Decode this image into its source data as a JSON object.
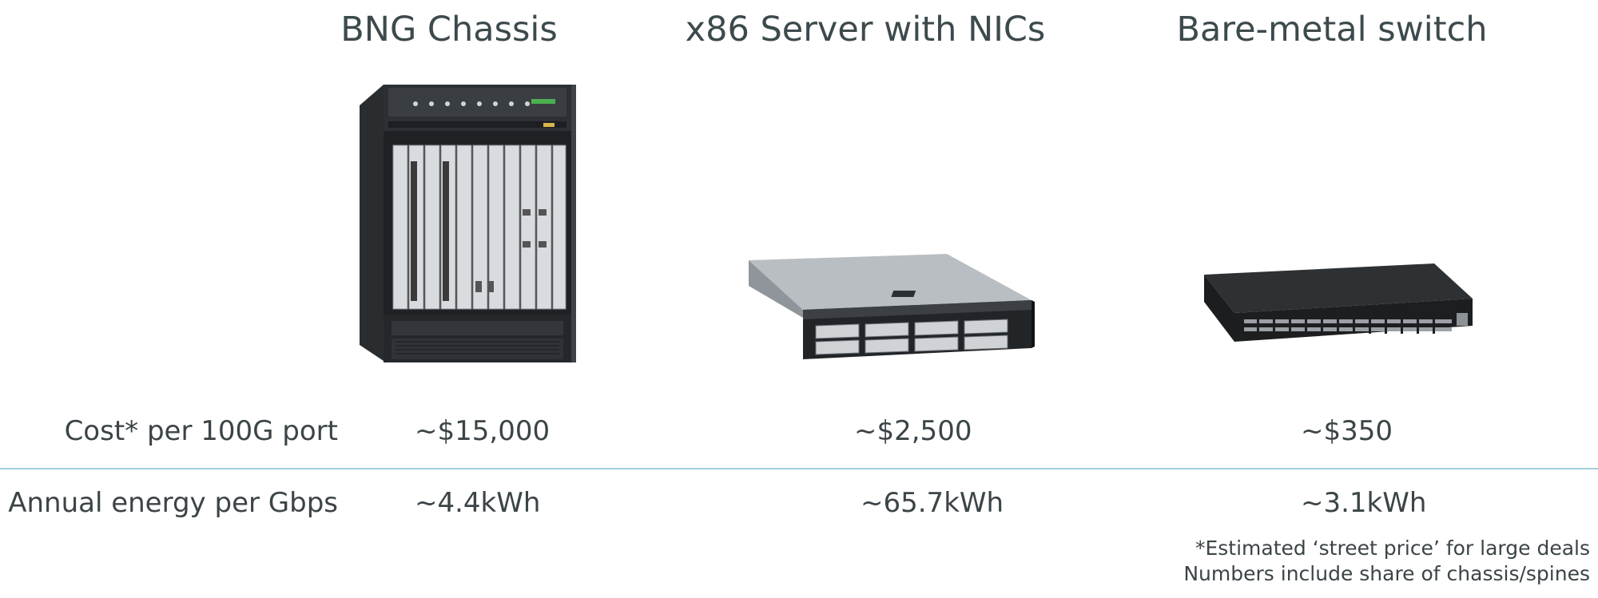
{
  "columns": [
    {
      "title": "BNG Chassis",
      "cost": "~$15,000",
      "energy": "~4.4kWh",
      "image": "bng-chassis-image"
    },
    {
      "title": "x86 Server with NICs",
      "cost": "~$2,500",
      "energy": "~65.7kWh",
      "image": "x86-server-image"
    },
    {
      "title": "Bare-metal switch",
      "cost": "~$350",
      "energy": "~3.1kWh",
      "image": "bare-metal-switch-image"
    }
  ],
  "rows": {
    "cost_label": "Cost* per 100G port",
    "energy_label": "Annual energy per Gbps"
  },
  "footnotes": {
    "line1": "*Estimated ‘street price’ for large deals",
    "line2": "Numbers include share of chassis/spines"
  },
  "colors": {
    "text": "#3b4447",
    "divider": "#9fcfd8"
  }
}
